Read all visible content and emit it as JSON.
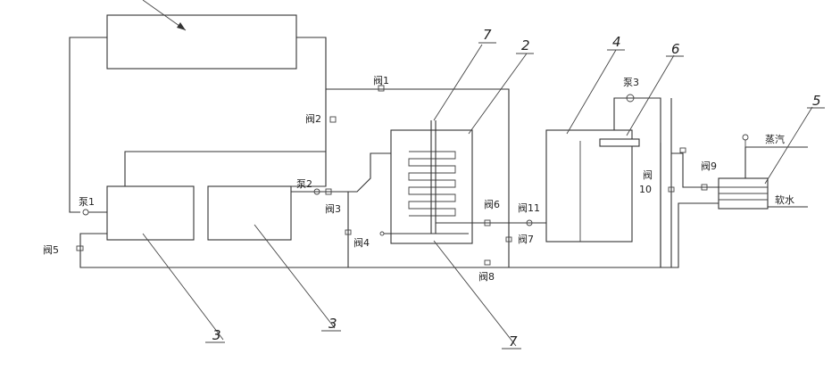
{
  "labels": {
    "valve1": "阀1",
    "valve2": "阀2",
    "valve3": "阀3",
    "valve4": "阀4",
    "valve5": "阀5",
    "valve6": "阀6",
    "valve7": "阀7",
    "valve8": "阀8",
    "valve9": "阀9",
    "valve10_char": "阀",
    "valve10_num": "10",
    "valve11": "阀11",
    "pump1": "泵1",
    "pump2": "泵2",
    "pump3": "泵3",
    "steam": "蒸汽",
    "soft_water": "软水"
  },
  "callouts": {
    "n2": "2",
    "n3a": "3",
    "n3b": "3",
    "n4": "4",
    "n5": "5",
    "n6": "6",
    "n7a": "7",
    "n7b": "7"
  }
}
